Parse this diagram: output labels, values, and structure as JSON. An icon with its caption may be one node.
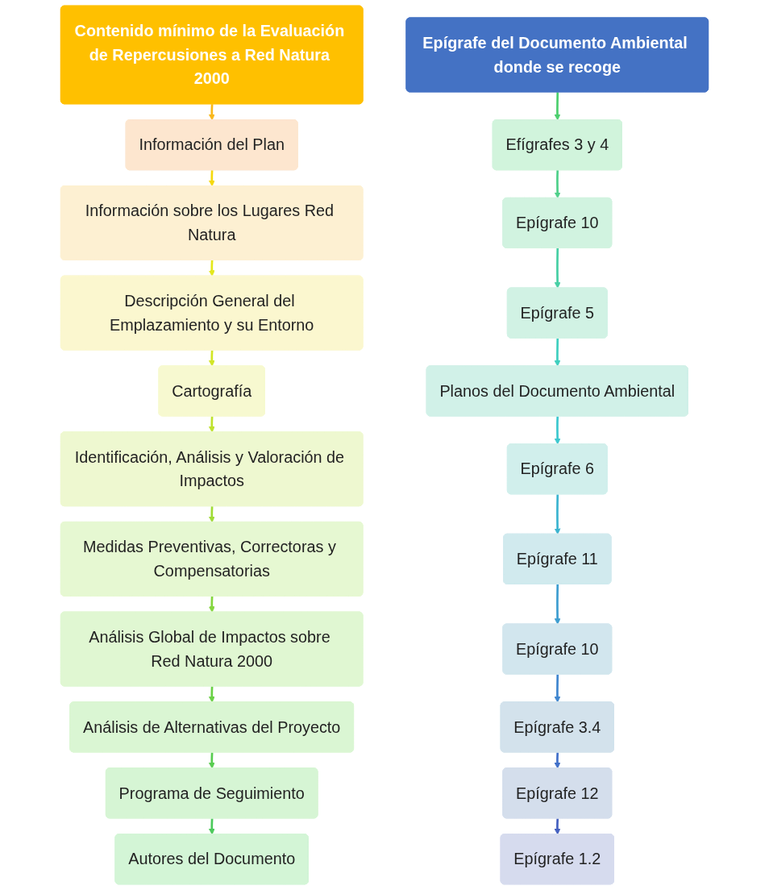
{
  "diagram": {
    "nodes": [
      {
        "text": [
          "Contenido mínimo de la Evaluación de Repercusiones a Red Natura 2000"
        ]
      },
      {
        "text": [
          "Información del Plan"
        ]
      },
      {
        "text": [
          "Información sobre los Lugares Red Natura"
        ]
      },
      {
        "text": [
          "Descripción General del Emplazamiento y su Entorno"
        ]
      },
      {
        "text": [
          "Cartografía"
        ]
      },
      {
        "text": [
          "Identificación, Análisis y Valoración de Impactos"
        ]
      },
      {
        "text": [
          "Medidas Preventivas, Correctoras y Compensatorias"
        ]
      },
      {
        "text": [
          "Análisis Global de Impactos sobre Red Natura 2000"
        ]
      },
      {
        "text": [
          "Análisis de Alternativas del Proyecto"
        ]
      },
      {
        "text": [
          "Programa de Seguimiento"
        ]
      },
      {
        "text": [
          "Autores del Documento"
        ]
      },
      {
        "text": [
          "Epígrafe del Documento Ambiental donde se recoge"
        ]
      },
      {
        "text": [
          "Efígrafes 3 y 4"
        ]
      },
      {
        "text": [
          "Epígrafe 10"
        ]
      },
      {
        "text": [
          "Epígrafe 5"
        ]
      },
      {
        "text": [
          "Planos del Documento Ambiental"
        ]
      },
      {
        "text": [
          "Epígrafe 6"
        ]
      },
      {
        "text": [
          "Epígrafe 11"
        ]
      },
      {
        "text": [
          "Epígrafe 10"
        ]
      },
      {
        "text": [
          "Epígrafe 3.4"
        ]
      },
      {
        "text": [
          "Epígrafe 12"
        ]
      },
      {
        "text": [
          "Epígrafe 1.2"
        ]
      }
    ],
    "edges": [
      {
        "from": 0,
        "to": 1,
        "arrow": "to",
        "color": "#f9b81a"
      },
      {
        "from": 1,
        "to": 2,
        "arrow": "to",
        "color": "#f5d90e"
      },
      {
        "from": 2,
        "to": 3,
        "arrow": "to",
        "color": "#e4e81c"
      },
      {
        "from": 3,
        "to": 4,
        "arrow": "to",
        "color": "#d2e626"
      },
      {
        "from": 4,
        "to": 5,
        "arrow": "to",
        "color": "#bfe22e"
      },
      {
        "from": 5,
        "to": 6,
        "arrow": "to",
        "color": "#a0dc36"
      },
      {
        "from": 6,
        "to": 7,
        "arrow": "to",
        "color": "#84d63e"
      },
      {
        "from": 7,
        "to": 8,
        "arrow": "to",
        "color": "#6ad146"
      },
      {
        "from": 8,
        "to": 9,
        "arrow": "to",
        "color": "#58cd50"
      },
      {
        "from": 9,
        "to": 10,
        "arrow": "to",
        "color": "#4cca5c"
      },
      {
        "from": 11,
        "to": 12,
        "arrow": "to",
        "color": "#4ccf6e"
      },
      {
        "from": 12,
        "to": 13,
        "arrow": "to",
        "color": "#4fd08a"
      },
      {
        "from": 13,
        "to": 14,
        "arrow": "to",
        "color": "#46cfa4"
      },
      {
        "from": 14,
        "to": 15,
        "arrow": "to",
        "color": "#3fcfbf"
      },
      {
        "from": 15,
        "to": 16,
        "arrow": "to",
        "color": "#3cc8cf"
      },
      {
        "from": 16,
        "to": 17,
        "arrow": "to",
        "color": "#3bb4d0"
      },
      {
        "from": 17,
        "to": 18,
        "arrow": "to",
        "color": "#3d9dd0"
      },
      {
        "from": 18,
        "to": 19,
        "arrow": "to",
        "color": "#3f86cf"
      },
      {
        "from": 19,
        "to": 20,
        "arrow": "to",
        "color": "#4170c9"
      },
      {
        "from": 20,
        "to": 21,
        "arrow": "to",
        "color": "#4460c0"
      }
    ]
  }
}
